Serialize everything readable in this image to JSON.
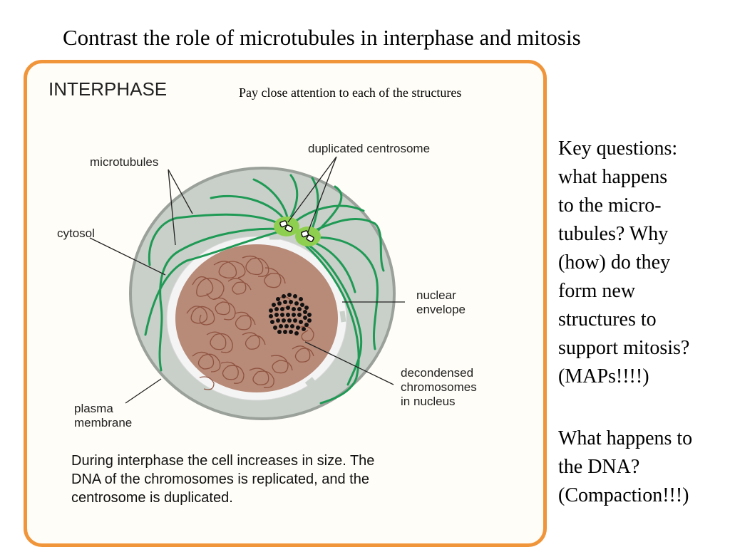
{
  "slide": {
    "title": "Contrast the role of microtubules in interphase and mitosis"
  },
  "panel": {
    "heading": "INTERPHASE",
    "note": "Pay close attention to each of the structures",
    "labels": {
      "microtubules": "microtubules",
      "duplicated_centrosome": "duplicated centrosome",
      "cytosol": "cytosol",
      "nuclear_envelope": [
        "nuclear",
        "envelope"
      ],
      "decondensed_chromosomes": [
        "decondensed",
        "chromosomes",
        "in nucleus"
      ],
      "plasma_membrane": [
        "plasma",
        "membrane"
      ]
    },
    "caption_lines": [
      "During interphase the cell increases in size. The",
      "DNA of the chromosomes is replicated, and the",
      "centrosome is duplicated."
    ]
  },
  "side": {
    "key_questions": [
      "Key questions:",
      "what happens",
      "to the micro-",
      "tubules?  Why",
      "(how) do they",
      "form new",
      "structures to",
      "support mitosis?",
      "(MAPs!!!!)"
    ],
    "dna_question": [
      "What happens to",
      "the DNA?",
      "(Compaction!!!)"
    ]
  },
  "colors": {
    "panel_border": "#f0953a",
    "cytoplasm": "#c9d0c9",
    "nucleus": "#b88a78",
    "microtubule": "#1f9a55",
    "centrosome": "#8fcf4f"
  }
}
